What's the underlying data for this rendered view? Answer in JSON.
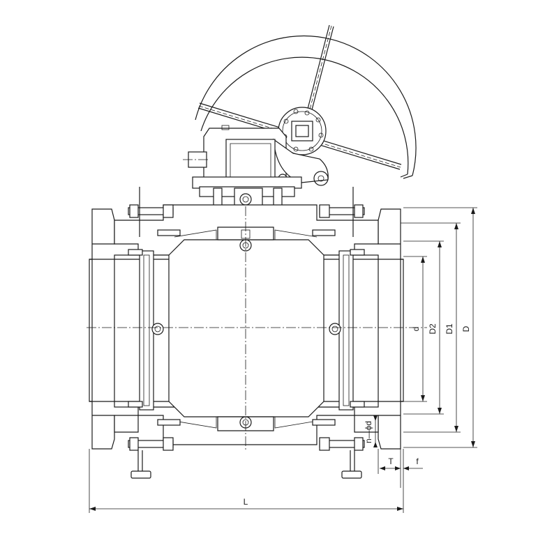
{
  "drawing": {
    "subject": "trunnion-mounted-ball-valve-with-gear-operator",
    "colors": {
      "line": "#1a1a1a",
      "background": "#ffffff"
    }
  },
  "dimensions": {
    "d": "d",
    "D2": "D2",
    "D1": "D1",
    "D": "D",
    "n_phi_d": "n—ϕd",
    "T": "T",
    "f": "f",
    "L": "L"
  }
}
